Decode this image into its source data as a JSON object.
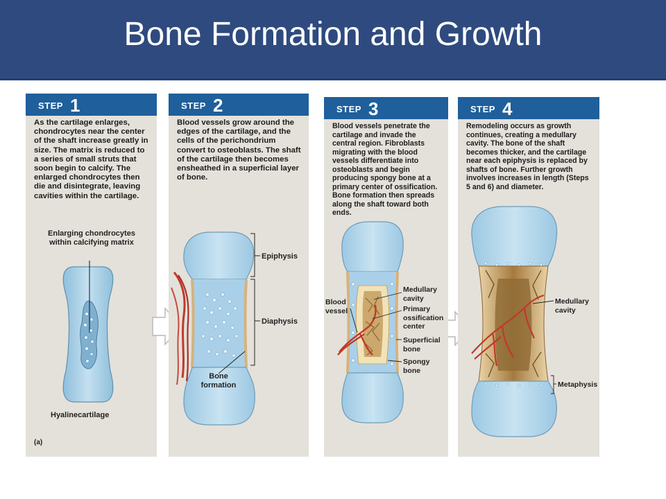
{
  "title": "Bone Formation and Growth",
  "steps": [
    {
      "word": "STEP",
      "number": "1",
      "text": "As the cartilage enlarges, chondrocytes near the center of the shaft increase greatly in size. The matrix is reduced to a series of small struts that soon begin to calcify. The enlarged chondrocytes then die and disintegrate, leaving cavities within the cartilage.",
      "labels": {
        "chondrocytes": "Enlarging chondrocytes within calcifying matrix",
        "hyaline": "Hyalinecartilage",
        "figure": "(a)"
      }
    },
    {
      "word": "STEP",
      "number": "2",
      "text": "Blood vessels grow around the edges of the cartilage, and the cells of the perichondrium convert to osteoblasts. The shaft of the cartilage then becomes ensheathed in a superficial layer of bone.",
      "labels": {
        "epiphysis": "Epiphysis",
        "diaphysis": "Diaphysis",
        "bone_formation": "Bone formation"
      }
    },
    {
      "word": "STEP",
      "number": "3",
      "text": "Blood vessels penetrate the cartilage and invade the central region. Fibroblasts migrating with the blood vessels differentiate into osteoblasts and begin producing spongy bone at a primary center of ossification. Bone formation then spreads along the shaft toward both ends.",
      "labels": {
        "blood_vessel": "Blood vessel",
        "medullary": "Medullary cavity",
        "primary": "Primary ossification center",
        "superficial": "Superficial bone",
        "spongy": "Spongy bone"
      }
    },
    {
      "word": "STEP",
      "number": "4",
      "text": "Remodeling occurs as growth continues, creating a medullary cavity. The bone of the shaft becomes thicker, and the cartilage near each epiphysis is replaced by shafts of bone. Further growth involves increases in length (Steps 5 and 6) and diameter.",
      "labels": {
        "medullary": "Medullary cavity",
        "metaphysis": "Metaphysis"
      }
    }
  ],
  "colors": {
    "title_bar": "#2e4a7f",
    "panel_bg": "#e4e1da",
    "step_header": "#1f5f9b",
    "cartilage": "#b7d7ea",
    "bone": "#b8935c",
    "vessel": "#c0392b"
  }
}
